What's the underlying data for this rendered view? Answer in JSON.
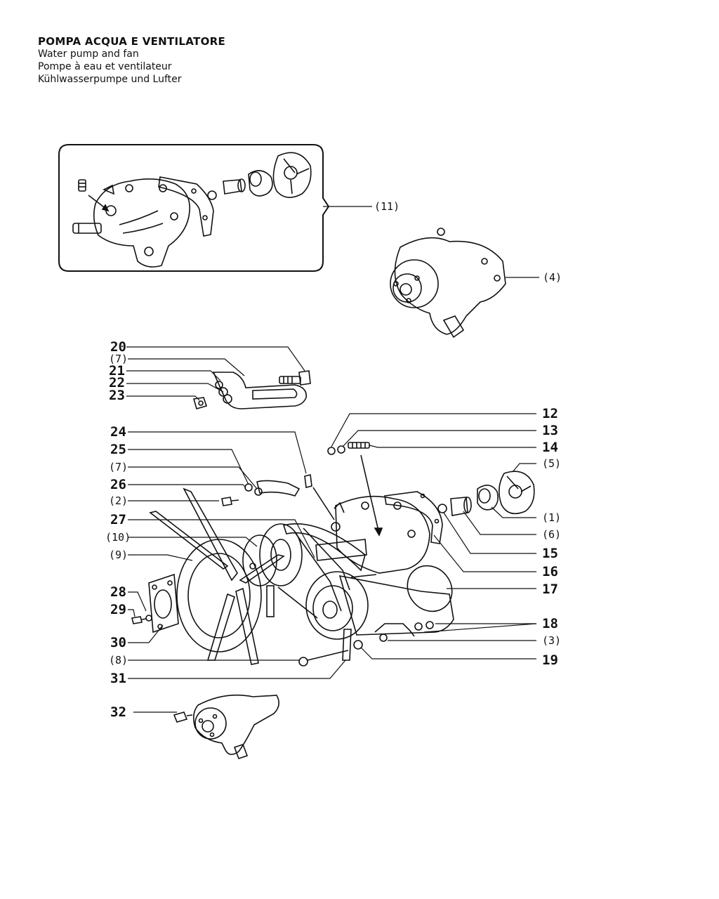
{
  "heading": {
    "lines": [
      "POMPA ACQUA E VENTILATORE",
      "Water pump and fan",
      "Pompe à eau et ventilateur",
      "Kühlwasserpumpe und Lufter"
    ]
  },
  "callouts": {
    "c20": "20",
    "c7a": "(7)",
    "c21": "21",
    "c22": "22",
    "c23": "23",
    "c24": "24",
    "c25": "25",
    "c7b": "(7)",
    "c26": "26",
    "c2": "(2)",
    "c27": "27",
    "c10": "(10)",
    "c9": "(9)",
    "c28": "28",
    "c29": "29",
    "c30": "30",
    "c8": "(8)",
    "c31": "31",
    "c32": "32",
    "c11": "(11)",
    "c4": "(4)",
    "c12": "12",
    "c13": "13",
    "c14": "14",
    "c5": "(5)",
    "c1": "(1)",
    "c6": "(6)",
    "c15": "15",
    "c16": "16",
    "c17": "17",
    "c18": "18",
    "c3": "(3)",
    "c19": "19"
  }
}
